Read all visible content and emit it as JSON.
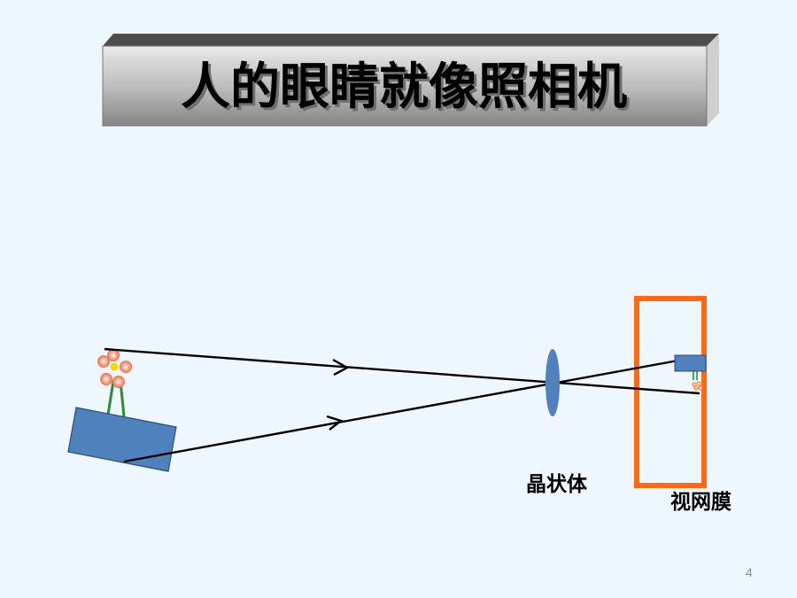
{
  "slide": {
    "title": "人的眼睛就像照相机",
    "page_number": "4"
  },
  "labels": {
    "lens": "晶状体",
    "retina": "视网膜"
  },
  "colors": {
    "background": "#eef6fe",
    "title_front_top": "#e6e6e6",
    "title_front_bottom": "#8a8a8a",
    "title_top_face": "#4d4d4d",
    "title_side_face": "#cfcfcf",
    "object_box": "#4f81bd",
    "lens": "#4f81bd",
    "retina_frame": "#ff6a10",
    "ray": "#000000",
    "petal": "#f28b6e",
    "flower_center": "#f5d800",
    "stem": "#2e8b2e"
  }
}
